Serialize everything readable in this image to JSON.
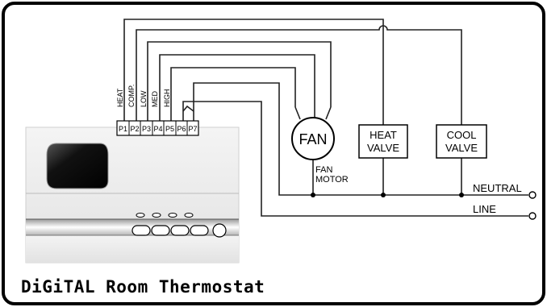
{
  "title": "DiGiTAL Room Thermostat",
  "terminals": [
    "P1",
    "P2",
    "P3",
    "P4",
    "P5",
    "P6",
    "P7"
  ],
  "wire_labels": [
    "HEAT",
    "COMP.",
    "LOW",
    "MED",
    "HIGH"
  ],
  "fan": {
    "label": "FAN",
    "caption_line1": "FAN",
    "caption_line2": "MOTOR"
  },
  "heat_valve": {
    "line1": "HEAT",
    "line2": "VALVE"
  },
  "cool_valve": {
    "line1": "COOL",
    "line2": "VALVE"
  },
  "power_lines": {
    "neutral": "NEUTRAL",
    "line": "LINE"
  },
  "colors": {
    "ink": "#000000",
    "panel": "#ececec",
    "screen": "#1a1a1a"
  }
}
